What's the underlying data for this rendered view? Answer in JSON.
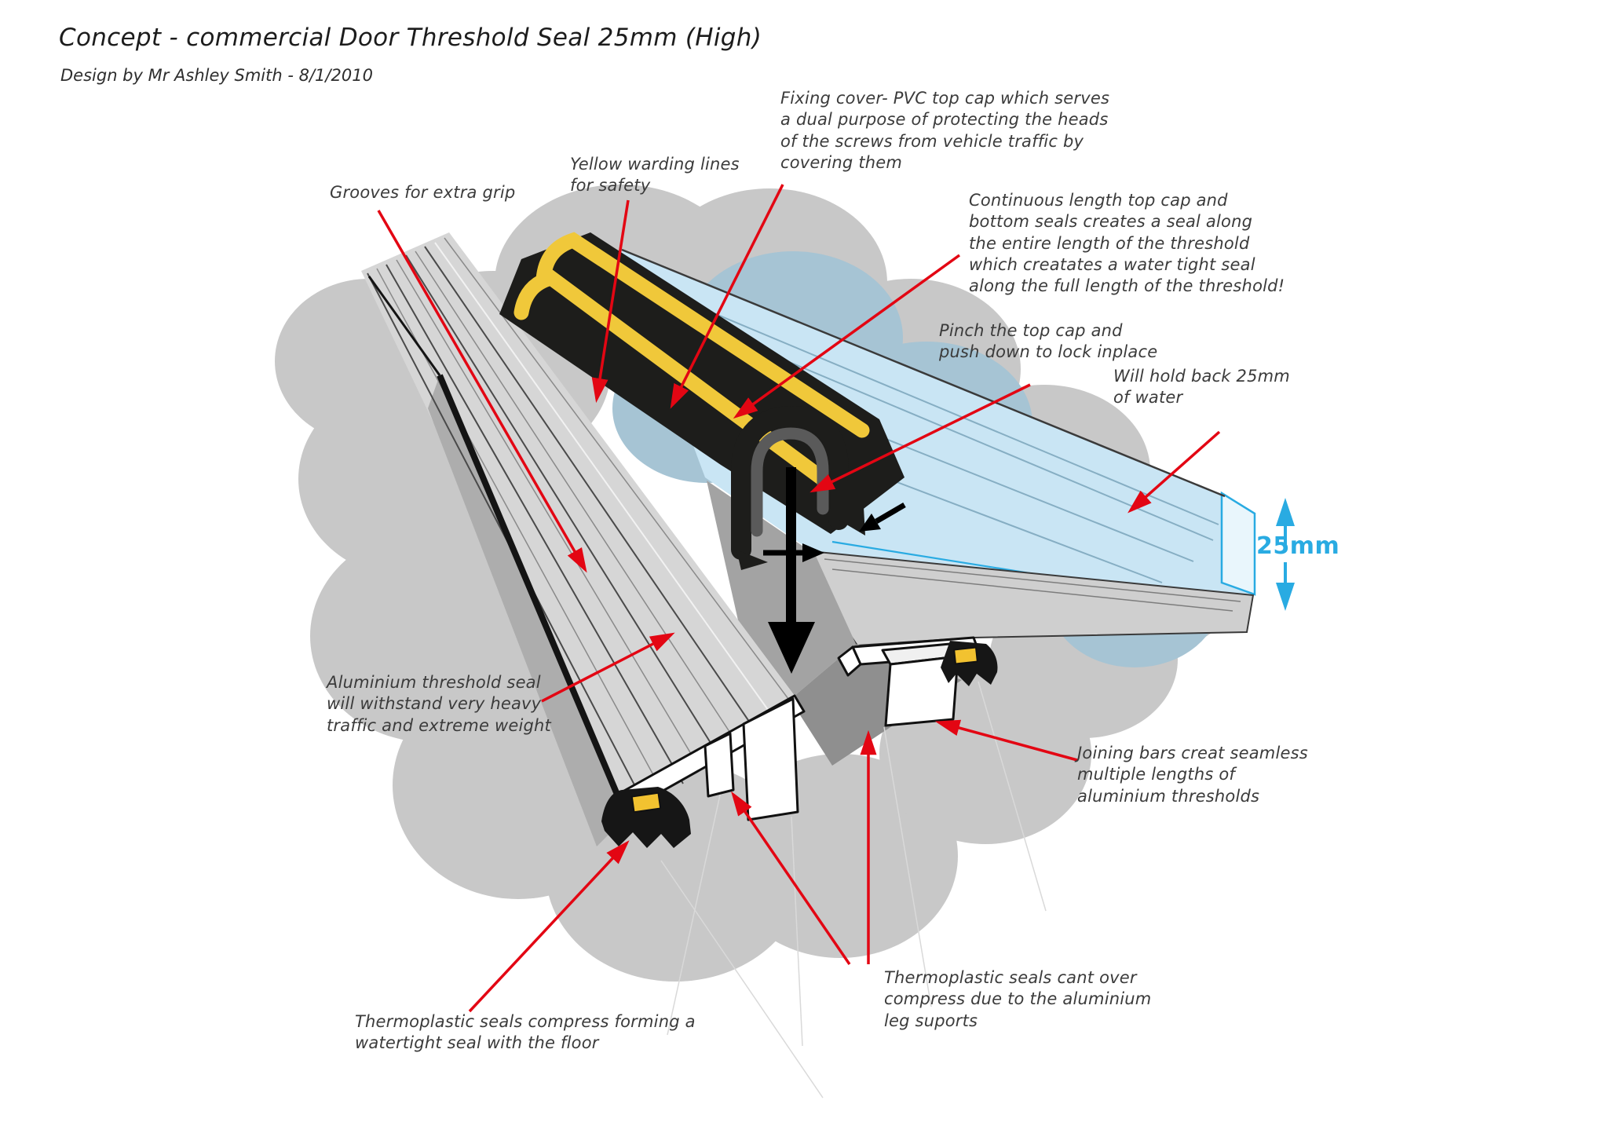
{
  "title": "Concept - commercial Door Threshold Seal 25mm (High)",
  "subtitle": "Design by Mr Ashley Smith - 8/1/2010",
  "dimension": {
    "label": "25mm"
  },
  "colors": {
    "annotation_arrow_red": "#e30613",
    "dimension_blue": "#29abe2",
    "water_blue": "#c9e5f4",
    "water_edge_cyan": "#29abe2",
    "cap_black": "#1d1d1b",
    "warning_yellow": "#f0c83a",
    "cloud_gray": "#c8c8c8",
    "aluminium_gray": "#d6d6d6"
  },
  "annotations": {
    "grooves": {
      "text": "Grooves for extra grip"
    },
    "yellow_warning": {
      "text": "Yellow warding lines\nfor safety"
    },
    "fixing_cover": {
      "text": "Fixing cover- PVC top cap which serves\na dual purpose of protecting the heads\nof the screws from vehicle traffic by\ncovering them"
    },
    "continuous_seal": {
      "text": "Continuous length top cap and\nbottom seals creates a seal along\nthe entire length of the threshold\nwhich creatates a water tight seal\nalong the full length of the threshold!"
    },
    "pinch": {
      "text": "Pinch the top cap and\npush down to lock inplace"
    },
    "hold_back": {
      "text": "Will hold back 25mm\nof water"
    },
    "aluminium": {
      "text": "Aluminium threshold seal\nwill withstand very heavy\ntraffic and extreme weight"
    },
    "joining_bars": {
      "text": "Joining bars creat seamless\nmultiple lengths of\naluminium thresholds"
    },
    "thermo_no_overcompress": {
      "text": "Thermoplastic seals cant over\ncompress due to the aluminium\nleg suports"
    },
    "thermo_compress": {
      "text": "Thermoplastic seals compress forming a\nwatertight seal with the floor"
    }
  }
}
